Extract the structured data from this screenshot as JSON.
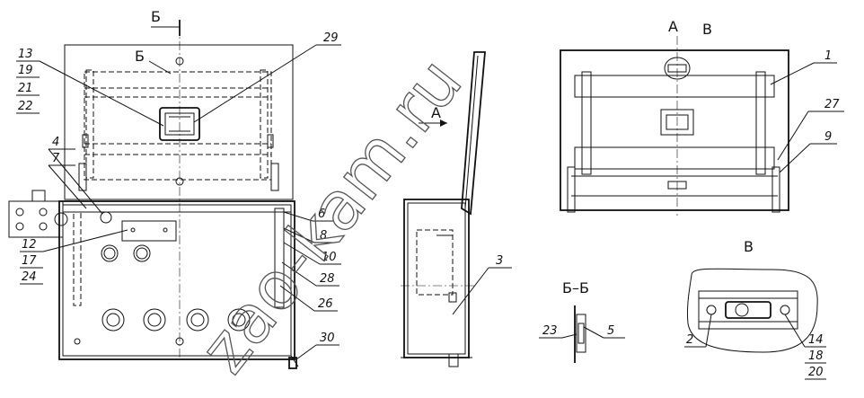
{
  "section_marks": {
    "b": "Б",
    "a": "А",
    "v": "В",
    "b_section": "Б–Б"
  },
  "callouts": {
    "c1": "1",
    "c2": "2",
    "c3": "3",
    "c4": "4",
    "c5": "5",
    "c6": "6",
    "c7": "7",
    "c8": "8",
    "c9": "9",
    "c10": "10",
    "c12": "12",
    "c13": "13",
    "c14": "14",
    "c17": "17",
    "c18": "18",
    "c19": "19",
    "c20": "20",
    "c21": "21",
    "c22": "22",
    "c23": "23",
    "c24": "24",
    "c26": "26",
    "c27": "27",
    "c28": "28",
    "c29": "29",
    "c30": "30"
  },
  "watermark": "zao-kam.ru"
}
